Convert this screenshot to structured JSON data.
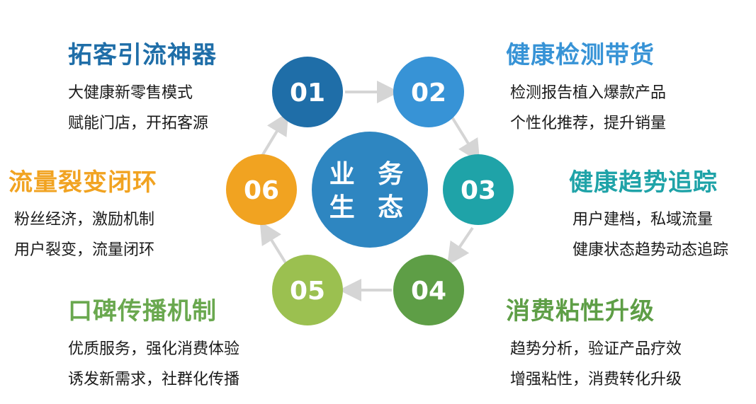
{
  "colors": {
    "n01": "#1f6ea8",
    "n02": "#3793d6",
    "n03": "#1fa3a8",
    "n04": "#5e9e46",
    "n05": "#9bc050",
    "n06": "#f1a321",
    "center": "#2e86c1",
    "arrow": "#d5d5d5"
  },
  "center": {
    "line1": "业 务",
    "line2": "生 态"
  },
  "nodes": [
    {
      "num": "01"
    },
    {
      "num": "02"
    },
    {
      "num": "03"
    },
    {
      "num": "04"
    },
    {
      "num": "05"
    },
    {
      "num": "06"
    }
  ],
  "blocks": {
    "b01": {
      "title": "拓客引流神器",
      "lines": [
        "大健康新零售模式",
        "赋能门店，开拓客源"
      ],
      "color": "#1f6ea8"
    },
    "b02": {
      "title": "健康检测带货",
      "lines": [
        "检测报告植入爆款产品",
        "个性化推荐，提升销量"
      ],
      "color": "#3793d6"
    },
    "b03": {
      "title": "健康趋势追踪",
      "lines": [
        "用户建档，私域流量",
        "健康状态趋势动态追踪"
      ],
      "color": "#1fa3a8"
    },
    "b04": {
      "title": "消费粘性升级",
      "lines": [
        "趋势分析，验证产品疗效",
        "增强粘性，消费转化升级"
      ],
      "color": "#5e9e46"
    },
    "b05": {
      "title": "口碑传播机制",
      "lines": [
        "优质服务，强化消费体验",
        "诱发新需求，社群化传播"
      ],
      "color": "#6aa84f"
    },
    "b06": {
      "title": "流量裂变闭环",
      "lines": [
        "粉丝经济，激励机制",
        "用户裂变，流量闭环"
      ],
      "color": "#f1a321"
    }
  }
}
